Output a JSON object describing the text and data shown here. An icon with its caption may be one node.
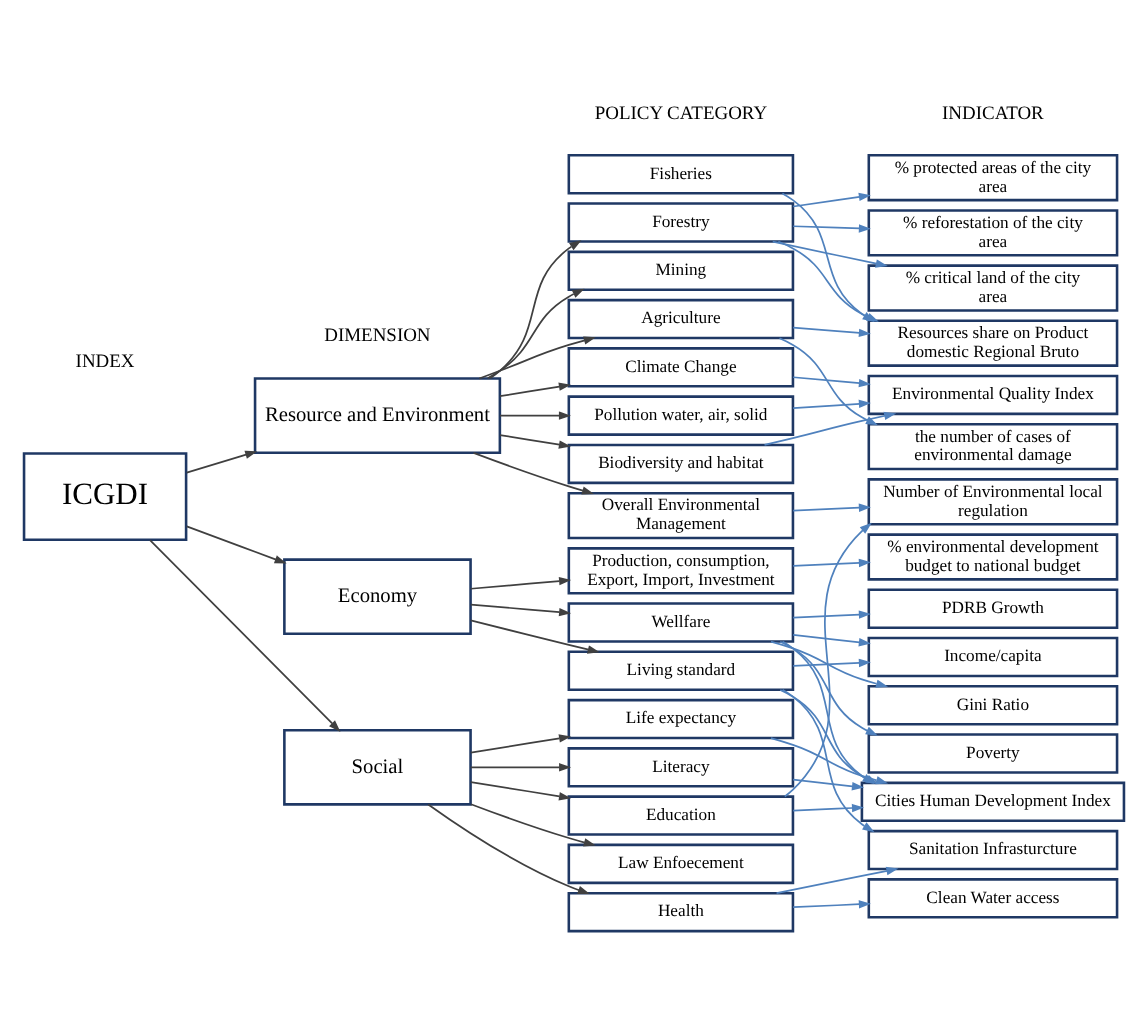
{
  "diagram": {
    "nodes": [
      {
        "text": [
          "ICGDI"
        ]
      },
      {
        "text": [
          "Resource and Environment"
        ]
      },
      {
        "text": [
          "Economy"
        ]
      },
      {
        "text": [
          "Social"
        ]
      },
      {
        "text": [
          "Fisheries"
        ]
      },
      {
        "text": [
          "Forestry"
        ]
      },
      {
        "text": [
          "Mining"
        ]
      },
      {
        "text": [
          "Agriculture"
        ]
      },
      {
        "text": [
          "Climate Change"
        ]
      },
      {
        "text": [
          "Pollution water, air, solid"
        ]
      },
      {
        "text": [
          "Biodiversity and habitat"
        ]
      },
      {
        "text": [
          "Overall Environmental Management"
        ]
      },
      {
        "text": [
          "Production, consumption, Export, Import, Investment"
        ]
      },
      {
        "text": [
          "Wellfare"
        ]
      },
      {
        "text": [
          "Living standard"
        ]
      },
      {
        "text": [
          "Life expectancy"
        ]
      },
      {
        "text": [
          "Literacy"
        ]
      },
      {
        "text": [
          "Education"
        ]
      },
      {
        "text": [
          "Law Enfoecement"
        ]
      },
      {
        "text": [
          "Health"
        ]
      },
      {
        "text": [
          "% protected areas of the city area"
        ]
      },
      {
        "text": [
          "% reforestation of the city area"
        ]
      },
      {
        "text": [
          "% critical land of the city area"
        ]
      },
      {
        "text": [
          "Resources share on Product domestic Regional Bruto"
        ]
      },
      {
        "text": [
          "Environmental Quality Index"
        ]
      },
      {
        "text": [
          "the number of cases of environmental damage"
        ]
      },
      {
        "text": [
          "Number of Environmental local regulation"
        ]
      },
      {
        "text": [
          "% environmental development budget to national budget"
        ]
      },
      {
        "text": [
          "PDRB Growth"
        ]
      },
      {
        "text": [
          "Income/capita"
        ]
      },
      {
        "text": [
          "Gini Ratio"
        ]
      },
      {
        "text": [
          "Poverty"
        ]
      },
      {
        "text": [
          "Cities Human Development Index"
        ]
      },
      {
        "text": [
          "Sanitation Infrasturcture"
        ]
      },
      {
        "text": [
          "Clean Water access"
        ]
      }
    ],
    "edges": [
      {
        "from": 0,
        "to": 1,
        "arrow": "to",
        "color": "#404040"
      },
      {
        "from": 0,
        "to": 2,
        "arrow": "to",
        "color": "#404040"
      },
      {
        "from": 0,
        "to": 3,
        "arrow": "to",
        "color": "#404040"
      },
      {
        "from": 1,
        "to": 5,
        "arrow": "to",
        "color": "#404040"
      },
      {
        "from": 1,
        "to": 6,
        "arrow": "to",
        "color": "#404040"
      },
      {
        "from": 1,
        "to": 7,
        "arrow": "to",
        "color": "#404040"
      },
      {
        "from": 1,
        "to": 8,
        "arrow": "to",
        "color": "#404040"
      },
      {
        "from": 1,
        "to": 9,
        "arrow": "to",
        "color": "#404040"
      },
      {
        "from": 1,
        "to": 10,
        "arrow": "to",
        "color": "#404040"
      },
      {
        "from": 1,
        "to": 11,
        "arrow": "to",
        "color": "#404040"
      },
      {
        "from": 2,
        "to": 12,
        "arrow": "to",
        "color": "#404040"
      },
      {
        "from": 2,
        "to": 13,
        "arrow": "to",
        "color": "#404040"
      },
      {
        "from": 2,
        "to": 14,
        "arrow": "to",
        "color": "#404040"
      },
      {
        "from": 3,
        "to": 15,
        "arrow": "to",
        "color": "#404040"
      },
      {
        "from": 3,
        "to": 16,
        "arrow": "to",
        "color": "#404040"
      },
      {
        "from": 3,
        "to": 17,
        "arrow": "to",
        "color": "#404040"
      },
      {
        "from": 3,
        "to": 18,
        "arrow": "to",
        "color": "#404040"
      },
      {
        "from": 3,
        "to": 19,
        "arrow": "to",
        "color": "#404040"
      },
      {
        "from": 4,
        "to": 23,
        "arrow": "to"
      },
      {
        "from": 5,
        "to": 20,
        "arrow": "to"
      },
      {
        "from": 5,
        "to": 21,
        "arrow": "to"
      },
      {
        "from": 5,
        "to": 22,
        "arrow": "to"
      },
      {
        "from": 5,
        "to": 23,
        "arrow": "to"
      },
      {
        "from": 7,
        "to": 23,
        "arrow": "to"
      },
      {
        "from": 7,
        "to": 25,
        "arrow": "to"
      },
      {
        "from": 8,
        "to": 24,
        "arrow": "to"
      },
      {
        "from": 9,
        "to": 24,
        "arrow": "to"
      },
      {
        "from": 10,
        "to": 24,
        "arrow": "to"
      },
      {
        "from": 11,
        "to": 26,
        "arrow": "to"
      },
      {
        "from": 12,
        "to": 27,
        "arrow": "to"
      },
      {
        "from": 13,
        "to": 28,
        "arrow": "to"
      },
      {
        "from": 13,
        "to": 29,
        "arrow": "to"
      },
      {
        "from": 13,
        "to": 30,
        "arrow": "to"
      },
      {
        "from": 13,
        "to": 31,
        "arrow": "to"
      },
      {
        "from": 13,
        "to": 32,
        "arrow": "to"
      },
      {
        "from": 14,
        "to": 29,
        "arrow": "to"
      },
      {
        "from": 14,
        "to": 32,
        "arrow": "to"
      },
      {
        "from": 14,
        "to": 33,
        "arrow": "to"
      },
      {
        "from": 15,
        "to": 32,
        "arrow": "to"
      },
      {
        "from": 16,
        "to": 32,
        "arrow": "to"
      },
      {
        "from": 17,
        "to": 26,
        "arrow": "to"
      },
      {
        "from": 17,
        "to": 32,
        "arrow": "to"
      },
      {
        "from": 19,
        "to": 33,
        "arrow": "to"
      },
      {
        "from": 19,
        "to": 34,
        "arrow": "to"
      }
    ],
    "labels": [
      "INDEX",
      "DIMENSION",
      "POLICY CATEGORY",
      "INDICATOR"
    ]
  }
}
